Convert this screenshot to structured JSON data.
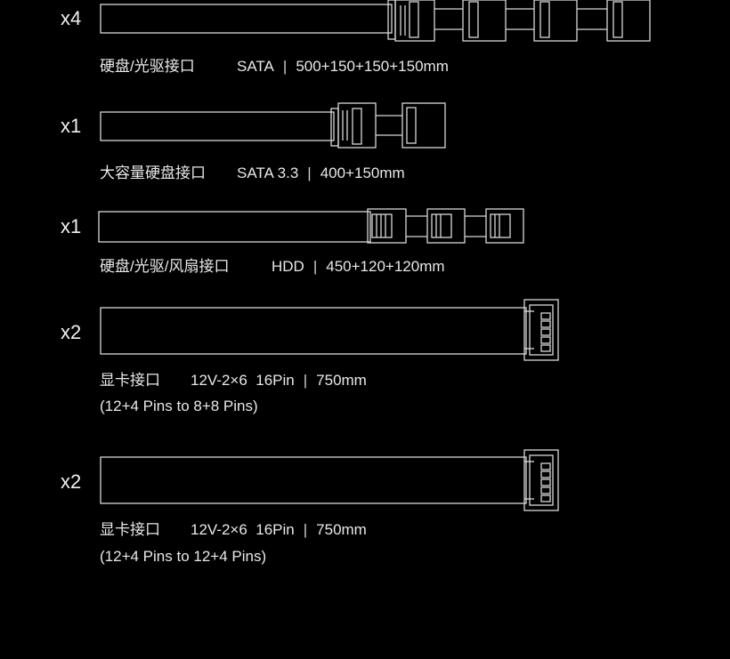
{
  "cables": [
    {
      "count": "x4",
      "name": "硬盘/光驱接口",
      "type": "SATA",
      "length": "500+150+150+150mm",
      "note": ""
    },
    {
      "count": "x1",
      "name": "大容量硬盘接口",
      "type": "SATA 3.3",
      "length": "400+150mm",
      "note": ""
    },
    {
      "count": "x1",
      "name": "硬盘/光驱/风扇接口",
      "type": "HDD",
      "length": "450+120+120mm",
      "note": ""
    },
    {
      "count": "x2",
      "name": "显卡接口",
      "type": "12V-2×6  16Pin",
      "length": "750mm",
      "note": "(12+4 Pins to 8+8 Pins)"
    },
    {
      "count": "x2",
      "name": "显卡接口",
      "type": "12V-2×6  16Pin",
      "length": "750mm",
      "note": "(12+4 Pins to 12+4 Pins)"
    }
  ],
  "separator": "|",
  "colors": {
    "background": "#000000",
    "line": "#d8d8d8",
    "text": "#e8e8e8"
  }
}
